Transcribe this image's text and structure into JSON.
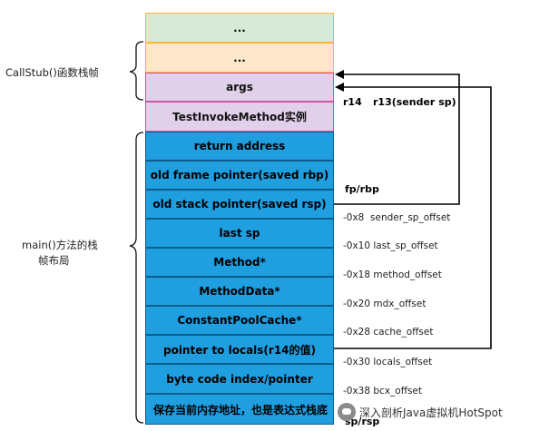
{
  "stack": {
    "cells": [
      {
        "id": "ellipsis-1",
        "text": "..."
      },
      {
        "id": "ellipsis-2",
        "text": "..."
      },
      {
        "id": "args",
        "text": "args"
      },
      {
        "id": "test-invoke",
        "text": "TestInvokeMethod实例"
      },
      {
        "id": "return-address",
        "text": "return address"
      },
      {
        "id": "old-frame-pointer",
        "text": "old frame pointer(saved rbp)"
      },
      {
        "id": "old-stack-pointer",
        "text": "old stack pointer(saved rsp)"
      },
      {
        "id": "last-sp",
        "text": "last sp"
      },
      {
        "id": "method",
        "text": "Method*"
      },
      {
        "id": "method-data",
        "text": "MethodData*"
      },
      {
        "id": "constant-pool-cache",
        "text": "ConstantPoolCache*"
      },
      {
        "id": "pointer-to-locals",
        "text": "pointer to locals(r14的值)"
      },
      {
        "id": "byte-code-index",
        "text": "byte code index/pointer"
      },
      {
        "id": "expression-stack",
        "text": "保存当前内存地址，也是表达式栈底"
      }
    ]
  },
  "labels": {
    "callstub": "CallStub()函数栈帧",
    "main_line1": "main()方法的栈",
    "main_line2": "帧布局"
  },
  "registers": {
    "r14": "r14",
    "r13": "r13(sender sp)",
    "fp": "fp/rbp",
    "sp": "sp/rsp"
  },
  "offsets": [
    "-0x8  sender_sp_offset",
    "-0x10 last_sp_offset",
    "-0x18 method_offset",
    "-0x20 mdx_offset",
    "-0x28 cache_offset",
    "-0x30 locals_offset",
    "-0x38 bcx_offset"
  ],
  "watermark": "深入剖析Java虚拟机HotSpot"
}
